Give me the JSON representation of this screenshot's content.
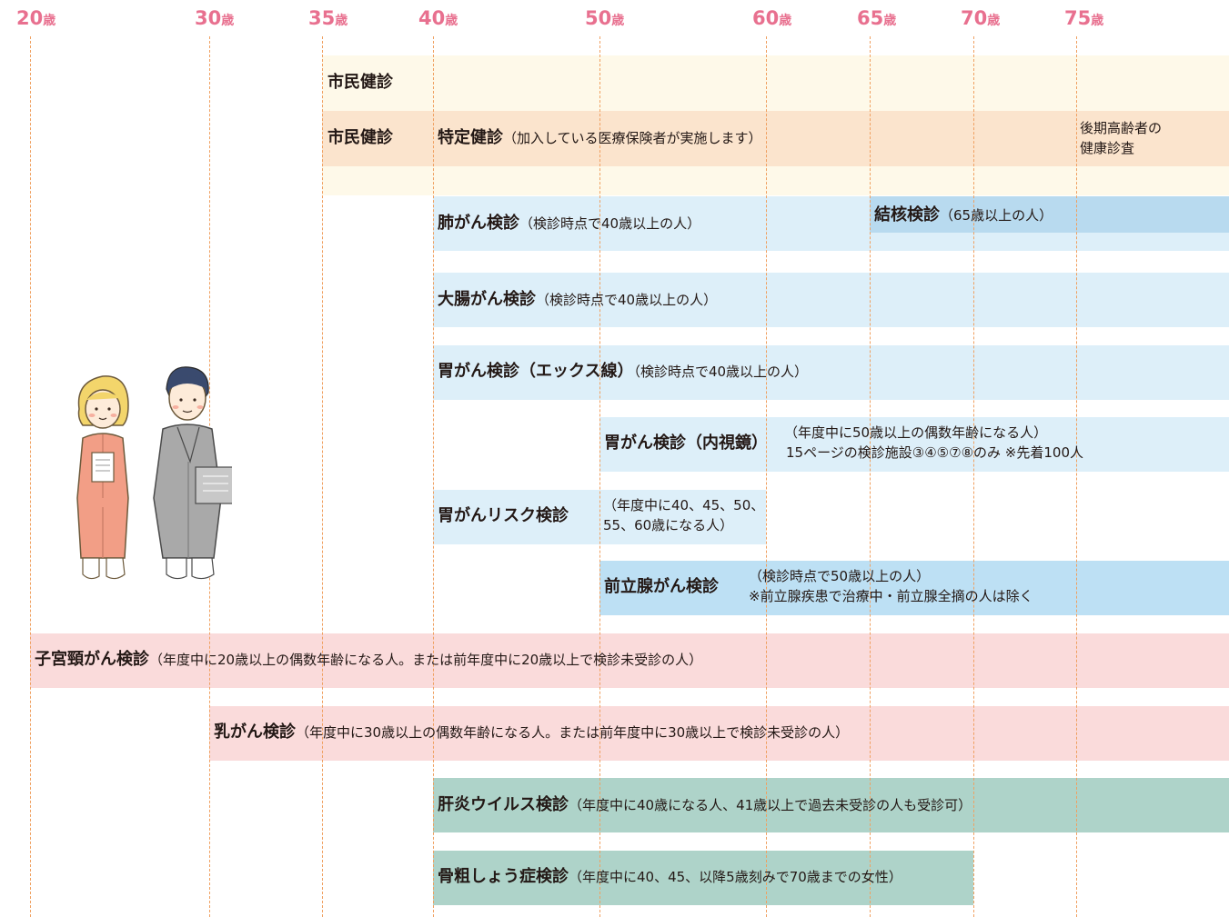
{
  "ages": [
    {
      "num": "20",
      "unit": "歳"
    },
    {
      "num": "30",
      "unit": "歳"
    },
    {
      "num": "35",
      "unit": "歳"
    },
    {
      "num": "40",
      "unit": "歳"
    },
    {
      "num": "50",
      "unit": "歳"
    },
    {
      "num": "60",
      "unit": "歳"
    },
    {
      "num": "65",
      "unit": "歳"
    },
    {
      "num": "70",
      "unit": "歳"
    },
    {
      "num": "75",
      "unit": "歳"
    }
  ],
  "exams": {
    "shimin1": {
      "title": "市民健診"
    },
    "shimin2": {
      "title": "市民健診"
    },
    "tokutei": {
      "title": "特定健診",
      "note": "（加入している医療保険者が実施します）"
    },
    "kouki": {
      "line1": "後期高齢者の",
      "line2": "健康診査"
    },
    "hai": {
      "title": "肺がん検診",
      "note": "（検診時点で40歳以上の人）"
    },
    "kekkaku": {
      "title": "結核検診",
      "note": "（65歳以上の人）"
    },
    "daicho": {
      "title": "大腸がん検診",
      "note": "（検診時点で40歳以上の人）"
    },
    "i_xray": {
      "title": "胃がん検診（エックス線）",
      "note": "（検診時点で40歳以上の人）"
    },
    "i_naishi": {
      "title": "胃がん検診（内視鏡）",
      "note1": "（年度中に50歳以上の偶数年齢になる人）",
      "note2": "15ページの検診施設③④⑤⑦⑧のみ  ※先着100人"
    },
    "i_risk": {
      "title": "胃がんリスク検診",
      "note1": "（年度中に40、45、50、",
      "note2": "55、60歳になる人）"
    },
    "zenritsu": {
      "title": "前立腺がん検診",
      "note1": "（検診時点で50歳以上の人）",
      "note2": "※前立腺疾患で治療中・前立腺全摘の人は除く"
    },
    "shikyu": {
      "title": "子宮頸がん検診",
      "note": "（年度中に20歳以上の偶数年齢になる人。または前年度中に20歳以上で検診未受診の人）"
    },
    "nyu": {
      "title": "乳がん検診",
      "note": "（年度中に30歳以上の偶数年齢になる人。または前年度中に30歳以上で検診未受診の人）"
    },
    "kanen": {
      "title": "肝炎ウイルス検診",
      "note": "（年度中に40歳になる人、41歳以上で過去未受診の人も受診可）"
    },
    "kotsuso": {
      "title": "骨粗しょう症検診",
      "note": "（年度中に40、45、以降5歳刻みで70歳までの女性）"
    }
  },
  "colors": {
    "age_label": "#e8708f",
    "guide_line": "#f0a060",
    "citizen_band": "#fef9e9",
    "specific_band": "#fbe4cd",
    "light_blue": "#ddeff9",
    "tb_blue": "#b8daef",
    "prostate_blue": "#bde0f4",
    "pink": "#fadbdb",
    "teal": "#aed3c9"
  },
  "icons": [
    "woman-illustration",
    "man-illustration"
  ]
}
